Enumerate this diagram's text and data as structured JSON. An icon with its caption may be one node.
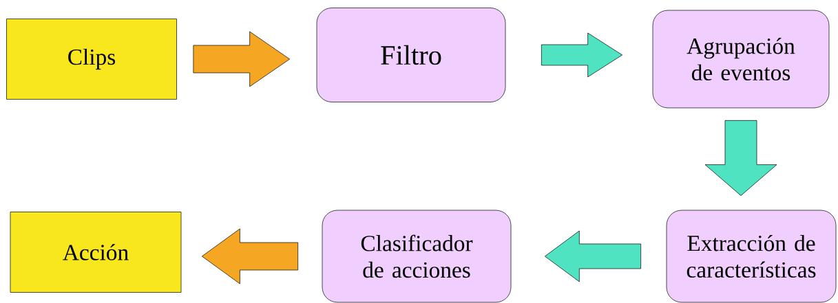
{
  "diagram": {
    "nodes": [
      {
        "text": [
          "Clips"
        ]
      },
      {
        "text": [
          "Filtro"
        ]
      },
      {
        "text": [
          "Agrupación de eventos"
        ]
      },
      {
        "text": [
          "Extracción de características"
        ]
      },
      {
        "text": [
          "Clasificador de acciones"
        ]
      },
      {
        "text": [
          "Acción"
        ]
      }
    ],
    "edges": [
      {
        "from": 0,
        "to": 1,
        "arrow": "to",
        "color": "#f5a623"
      },
      {
        "from": 1,
        "to": 2,
        "arrow": "to"
      },
      {
        "from": 2,
        "to": 3,
        "arrow": "to"
      },
      {
        "from": 3,
        "to": 4,
        "arrow": "to"
      },
      {
        "from": 4,
        "to": 5,
        "arrow": "to",
        "color": "#f5a623"
      }
    ]
  }
}
